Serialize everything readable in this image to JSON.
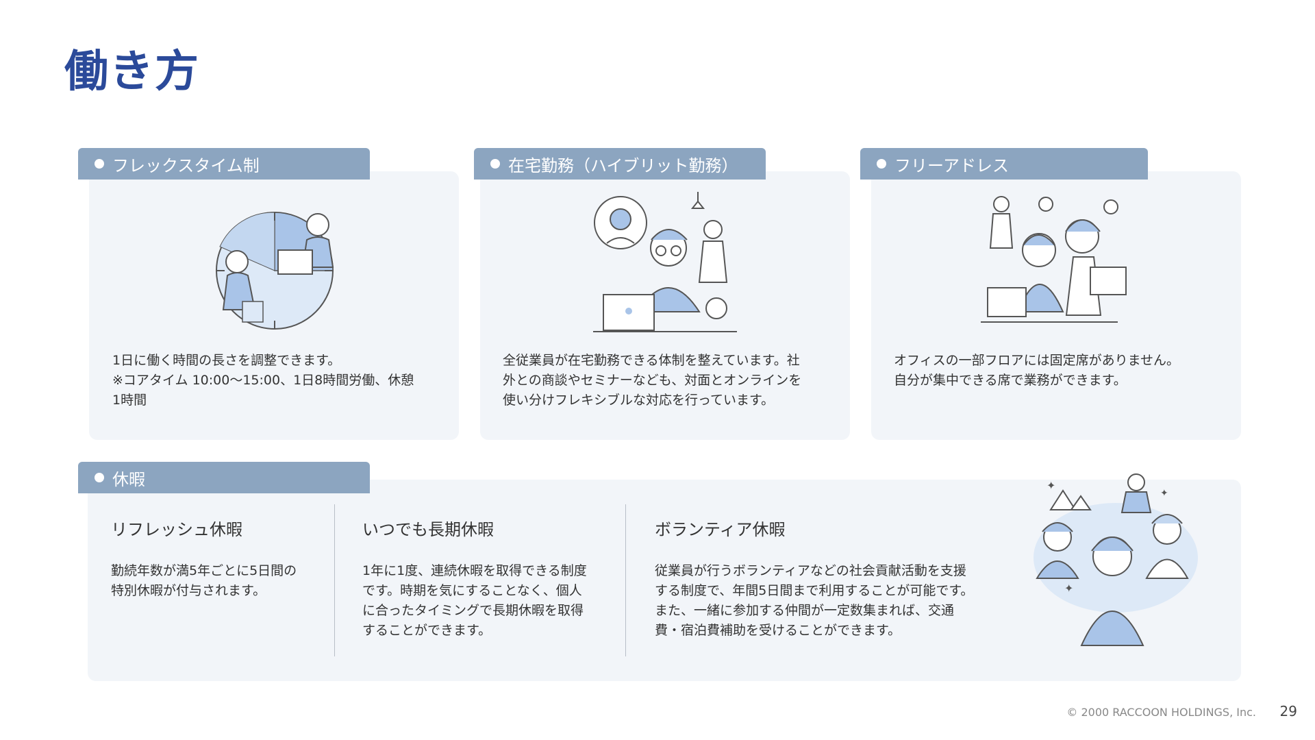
{
  "page": {
    "title": "働き方"
  },
  "cards": [
    {
      "tag": "フレックスタイム制",
      "text": "1日に働く時間の長さを調整できます。\n※コアタイム 10:00〜15:00、1日8時間労働、休憩\n1時間",
      "illustration": "clock-workers-illustration"
    },
    {
      "tag": "在宅勤務（ハイブリット勤務）",
      "text": "全従業員が在宅勤務できる体制を整えています。社\n外との商談やセミナーなども、対面とオンラインを\n使い分けフレキシブルな対応を行っています。",
      "illustration": "remote-work-illustration"
    },
    {
      "tag": "フリーアドレス",
      "text": "オフィスの一部フロアには固定席がありません。\n自分が集中できる席で業務ができます。",
      "illustration": "office-team-illustration"
    }
  ],
  "vacation": {
    "tag": "休暇",
    "columns": [
      {
        "heading": "リフレッシュ休暇",
        "text": "勤続年数が満5年ごとに5日間の\n特別休暇が付与されます。"
      },
      {
        "heading": "いつでも長期休暇",
        "text": "1年に1度、連続休暇を取得できる制度\nです。時期を気にすることなく、個人\nに合ったタイミングで長期休暇を取得\nすることができます。"
      },
      {
        "heading": "ボランティア休暇",
        "text": "従業員が行うボランティアなどの社会貢献活動を支援\nする制度で、年間5日間まで利用することが可能です。\nまた、一緒に参加する仲間が一定数集まれば、交通\n費・宿泊費補助を受けることができます。"
      }
    ],
    "illustration": "vacation-travel-illustration"
  },
  "footer": {
    "copyright": "© 2000 RACCOON HOLDINGS, Inc.",
    "page_number": "29"
  },
  "colors": {
    "title": "#2b4a9a",
    "tag_bg": "#8ca5c0",
    "card_bg": "#f2f5f9",
    "illus_blue": "#a9c4e8",
    "illus_light": "#dde9f7"
  }
}
